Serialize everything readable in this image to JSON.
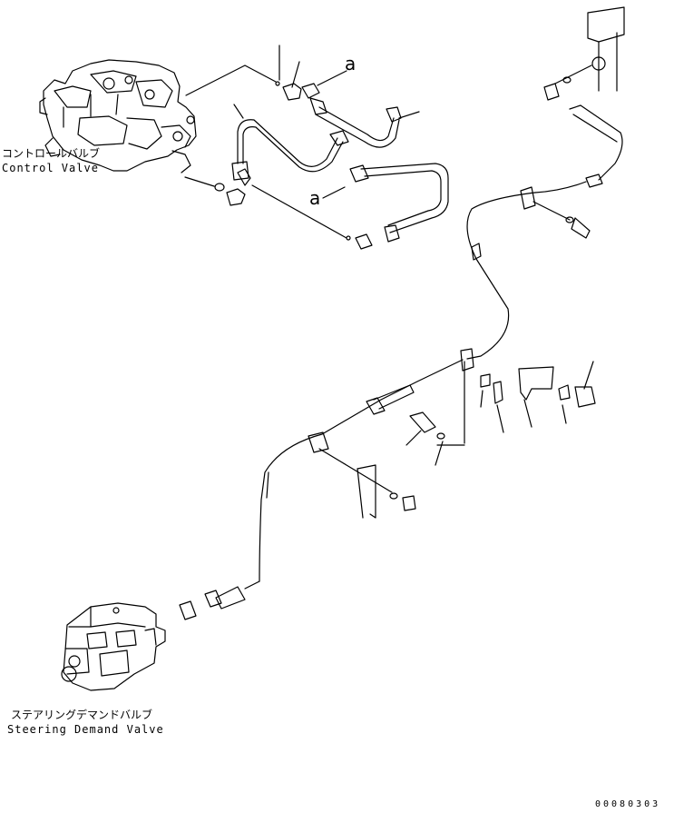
{
  "labels": {
    "control_valve_jp": "コントロールバルブ",
    "control_valve_en": "Control Valve",
    "steering_valve_jp": "ステアリングデマンドバルブ",
    "steering_valve_en": "Steering Demand Valve",
    "callout_a_top": "a",
    "callout_a_mid": "a",
    "drawing_code": "00080303"
  }
}
